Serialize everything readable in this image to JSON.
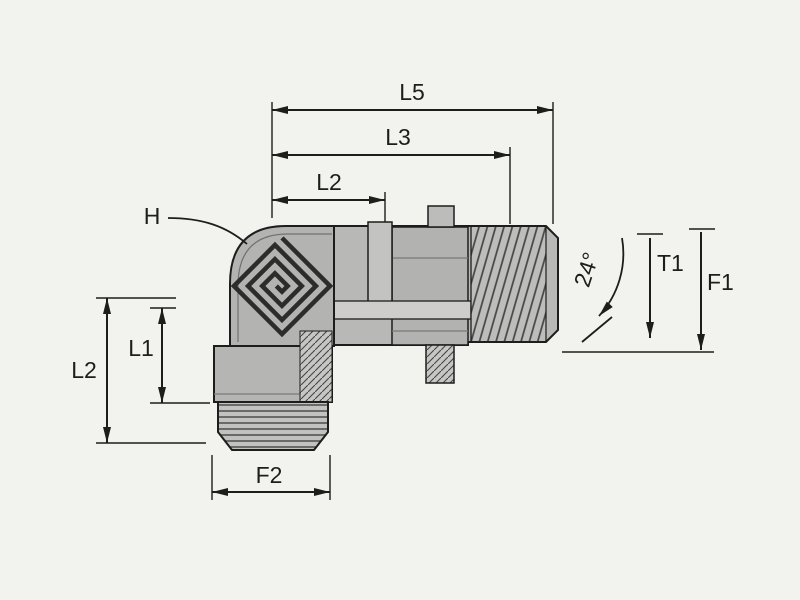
{
  "meta": {
    "type": "technical-drawing",
    "subject": "90-degree elbow male stud fitting, dimensioned outline drawing"
  },
  "labels": {
    "l5": "L5",
    "l3": "L3",
    "l2_top": "L2",
    "h": "H",
    "angle": "24°",
    "t1": "T1",
    "f1": "F1",
    "l2_left": "L2",
    "l1": "L1",
    "f2": "F2"
  },
  "colors": {
    "background": "#f2f2ef",
    "outline": "#1d1d1b",
    "dimension_lines": "#1d1d1b",
    "metal_light": "#cecdcc",
    "metal_mid": "#b5b5b4",
    "metal_shadow": "#9f9f9e",
    "hatch_lines": "#454543"
  }
}
